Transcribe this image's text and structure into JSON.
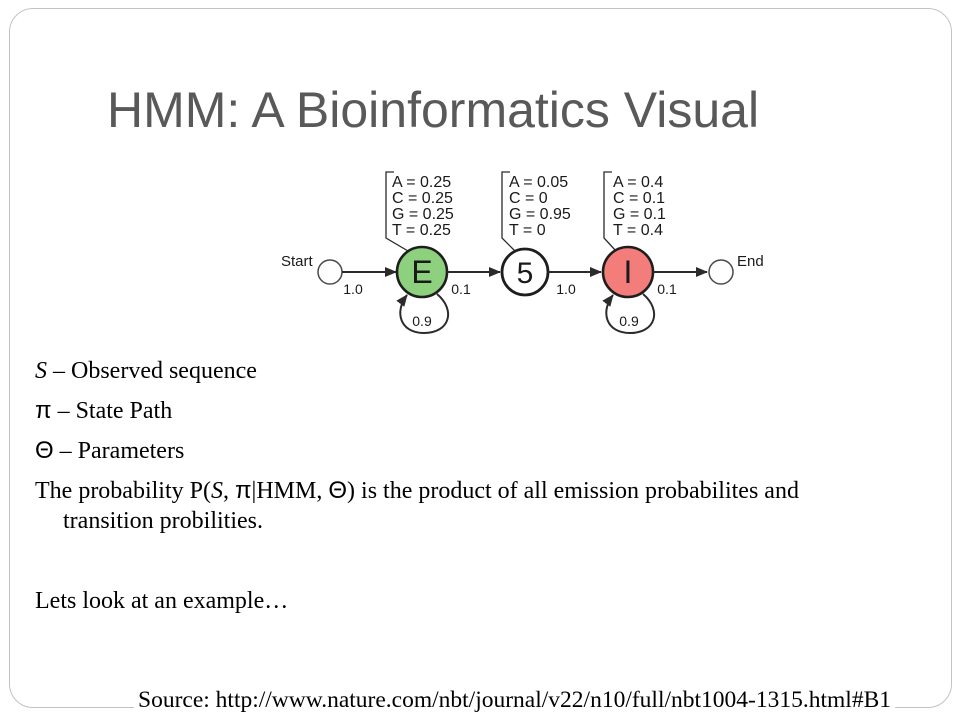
{
  "slide": {
    "title": "HMM: A Bioinformatics Visual",
    "source": "Source: http://www.nature.com/nbt/journal/v22/n10/full/nbt1004-1315.html#B1"
  },
  "diagram": {
    "start_label": "Start",
    "end_label": "End",
    "states": [
      {
        "label": "E",
        "fill": "#8dd17e",
        "emissions": [
          "A = 0.25",
          "C = 0.25",
          "G = 0.25",
          "T = 0.25"
        ],
        "self_loop": "0.9"
      },
      {
        "label": "5",
        "fill": "#ffffff",
        "emissions": [
          "A = 0.05",
          "C = 0",
          "G = 0.95",
          "T = 0"
        ]
      },
      {
        "label": "I",
        "fill": "#f27d7a",
        "emissions": [
          "A = 0.4",
          "C = 0.1",
          "G = 0.1",
          "T = 0.4"
        ],
        "self_loop": "0.9"
      }
    ],
    "transitions": [
      "1.0",
      "0.1",
      "1.0",
      "0.1"
    ]
  },
  "bullets": {
    "observed": {
      "symbol": "S",
      "text": " – Observed sequence"
    },
    "path": {
      "symbol": "π",
      "text": " – State Path"
    },
    "params": {
      "symbol": "Θ",
      "text": " – Parameters"
    },
    "probability": {
      "prefix": "The probability P(",
      "seq_symbol": "S",
      "sep": ", ",
      "path_symbol": "π",
      "given": "|HMM, ",
      "param_symbol": "Θ",
      "suffix": ") is the product of all emission probabilites and",
      "continuation": "transition probilities."
    },
    "example": "Lets look at an example…"
  }
}
